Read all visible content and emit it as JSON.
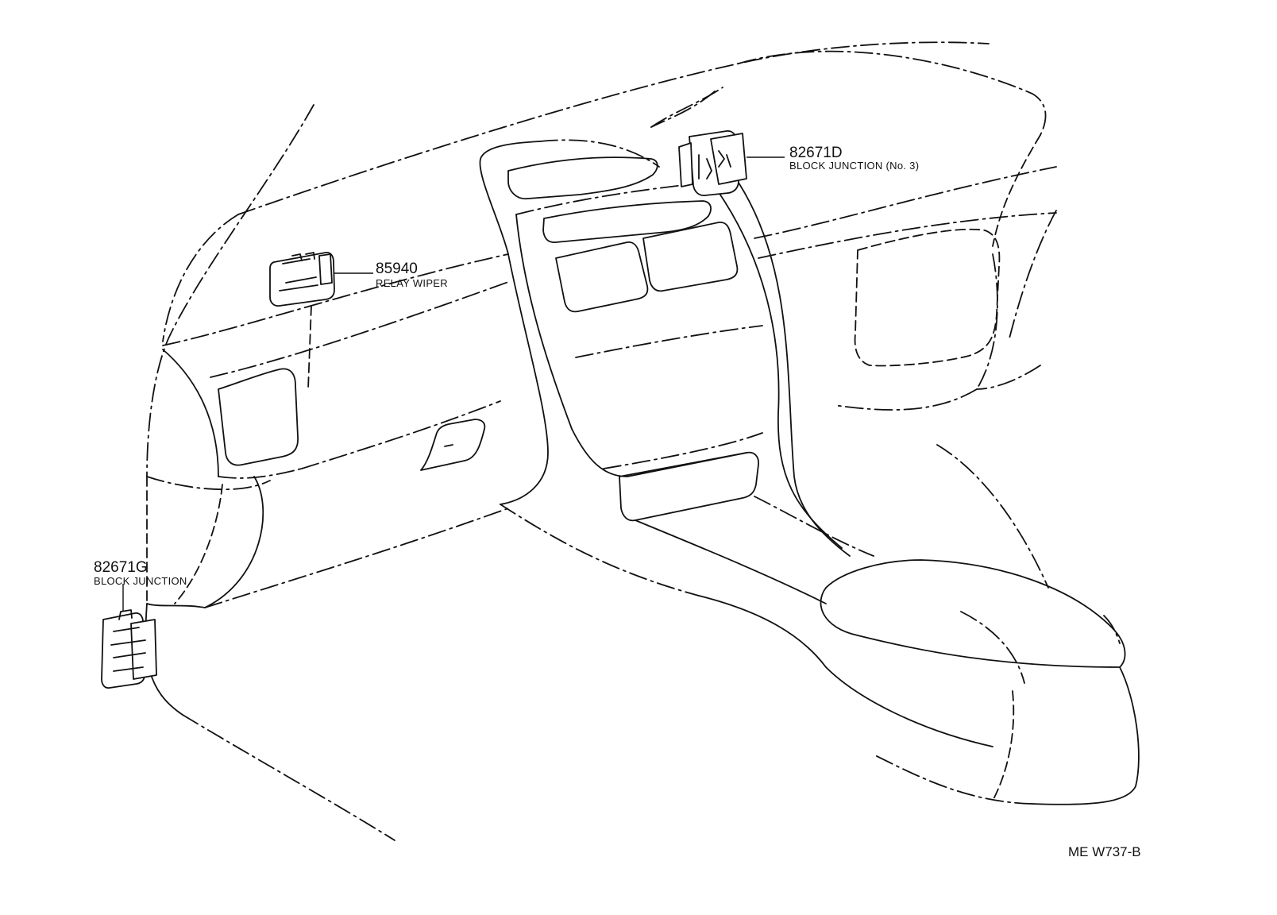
{
  "parts": [
    {
      "number": "82671D",
      "name": "BLOCK JUNCTION (No. 3)"
    },
    {
      "number": "85940",
      "name": "RELAY WIPER"
    },
    {
      "number": "82671G",
      "name": "BLOCK JUNCTION"
    }
  ],
  "figure_code": "ME W737-B"
}
